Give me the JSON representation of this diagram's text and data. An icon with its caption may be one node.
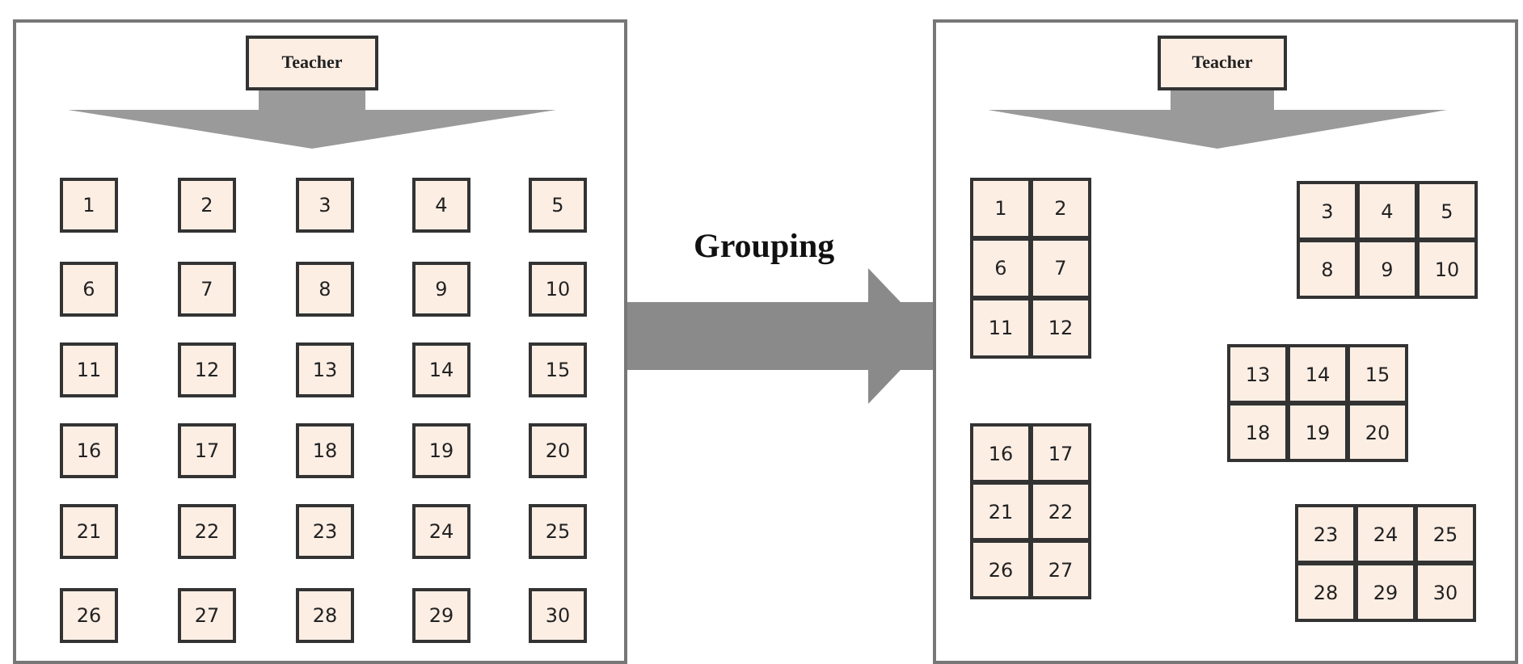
{
  "diagram": {
    "nodes": [
      {
        "text": [],
        "shape": "box"
      },
      {
        "text": [
          "Teacher"
        ],
        "in": 0
      },
      {
        "text": [
          "1"
        ],
        "in": 0
      },
      {
        "text": [
          "2"
        ],
        "in": 0
      },
      {
        "text": [
          "3"
        ],
        "in": 0
      },
      {
        "text": [
          "4"
        ],
        "in": 0
      },
      {
        "text": [
          "5"
        ],
        "in": 0
      },
      {
        "text": [
          "6"
        ],
        "in": 0
      },
      {
        "text": [
          "7"
        ],
        "in": 0
      },
      {
        "text": [
          "8"
        ],
        "in": 0
      },
      {
        "text": [
          "9"
        ],
        "in": 0
      },
      {
        "text": [
          "10"
        ],
        "in": 0
      },
      {
        "text": [
          "11"
        ],
        "in": 0
      },
      {
        "text": [
          "12"
        ],
        "in": 0
      },
      {
        "text": [
          "13"
        ],
        "in": 0
      },
      {
        "text": [
          "14"
        ],
        "in": 0
      },
      {
        "text": [
          "15"
        ],
        "in": 0
      },
      {
        "text": [
          "16"
        ],
        "in": 0
      },
      {
        "text": [
          "17"
        ],
        "in": 0
      },
      {
        "text": [
          "18"
        ],
        "in": 0
      },
      {
        "text": [
          "19"
        ],
        "in": 0
      },
      {
        "text": [
          "20"
        ],
        "in": 0
      },
      {
        "text": [
          "21"
        ],
        "in": 0
      },
      {
        "text": [
          "22"
        ],
        "in": 0
      },
      {
        "text": [
          "23"
        ],
        "in": 0
      },
      {
        "text": [
          "24"
        ],
        "in": 0
      },
      {
        "text": [
          "25"
        ],
        "in": 0
      },
      {
        "text": [
          "26"
        ],
        "in": 0
      },
      {
        "text": [
          "27"
        ],
        "in": 0
      },
      {
        "text": [
          "28"
        ],
        "in": 0
      },
      {
        "text": [
          "29"
        ],
        "in": 0
      },
      {
        "text": [
          "30"
        ],
        "in": 0
      },
      {
        "text": [],
        "shape": "box"
      },
      {
        "text": [
          "Teacher"
        ],
        "in": 32
      },
      {
        "text": [
          "1"
        ],
        "in": 32
      },
      {
        "text": [
          "2"
        ],
        "in": 32
      },
      {
        "text": [
          "3"
        ],
        "in": 32
      },
      {
        "text": [
          "4"
        ],
        "in": 32
      },
      {
        "text": [
          "5"
        ],
        "in": 32
      },
      {
        "text": [
          "6"
        ],
        "in": 32
      },
      {
        "text": [
          "7"
        ],
        "in": 32
      },
      {
        "text": [
          "8"
        ],
        "in": 32
      },
      {
        "text": [
          "9"
        ],
        "in": 32
      },
      {
        "text": [
          "10"
        ],
        "in": 32
      },
      {
        "text": [
          "11"
        ],
        "in": 32
      },
      {
        "text": [
          "12"
        ],
        "in": 32
      },
      {
        "text": [
          "13"
        ],
        "in": 32
      },
      {
        "text": [
          "14"
        ],
        "in": 32
      },
      {
        "text": [
          "15"
        ],
        "in": 32
      },
      {
        "text": [
          "16"
        ],
        "in": 32
      },
      {
        "text": [
          "17"
        ],
        "in": 32
      },
      {
        "text": [
          "18"
        ],
        "in": 32
      },
      {
        "text": [
          "19"
        ],
        "in": 32
      },
      {
        "text": [
          "20"
        ],
        "in": 32
      },
      {
        "text": [
          "21"
        ],
        "in": 32
      },
      {
        "text": [
          "22"
        ],
        "in": 32
      },
      {
        "text": [
          "23"
        ],
        "in": 32
      },
      {
        "text": [
          "24"
        ],
        "in": 32
      },
      {
        "text": [
          "25"
        ],
        "in": 32
      },
      {
        "text": [
          "26"
        ],
        "in": 32
      },
      {
        "text": [
          "27"
        ],
        "in": 32
      },
      {
        "text": [
          "28"
        ],
        "in": 32
      },
      {
        "text": [
          "29"
        ],
        "in": 32
      },
      {
        "text": [
          "30"
        ],
        "in": 32
      }
    ],
    "edges": [
      {
        "from": 1,
        "to": null,
        "arrow": "to"
      },
      {
        "from": 0,
        "to": 32,
        "arrow": "to",
        "label": "Grouping"
      },
      {
        "from": 33,
        "to": null,
        "arrow": "to"
      }
    ]
  }
}
